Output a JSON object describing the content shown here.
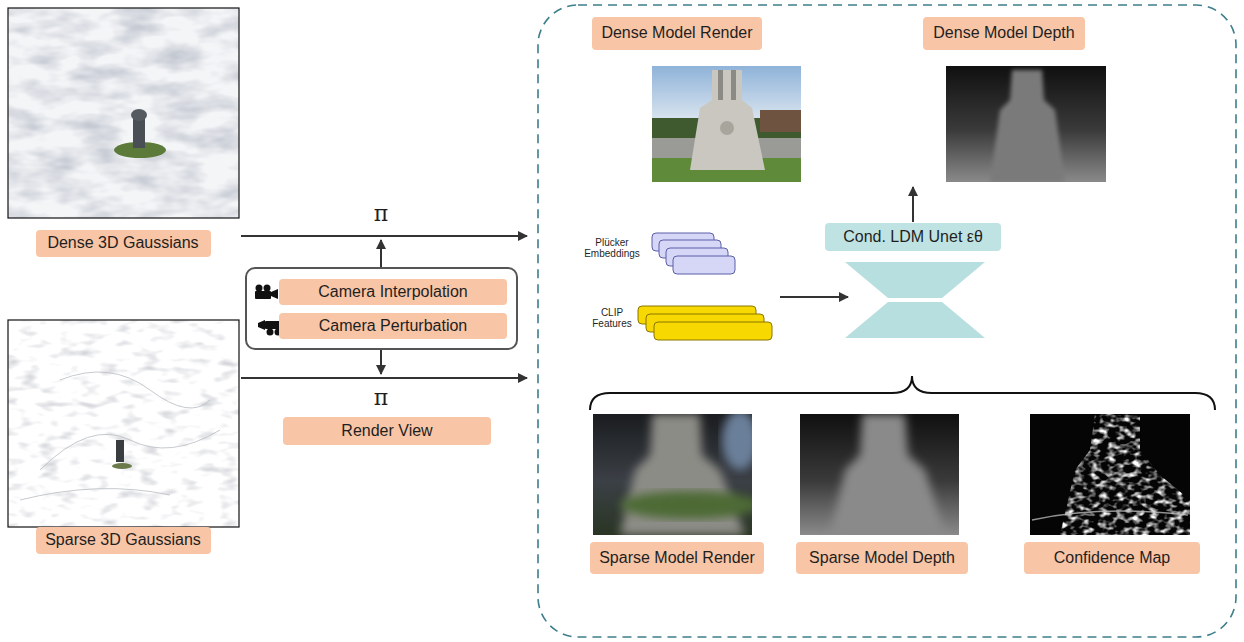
{
  "diagram": {
    "nodes": [
      {
        "text": [
          "Dense 3D Gaussians"
        ]
      },
      {
        "text": [
          "Sparse 3D Gaussians"
        ]
      },
      {
        "text": [
          "Camera Interpolation"
        ]
      },
      {
        "text": [
          "Camera Perturbation"
        ]
      },
      {
        "text": [
          "Render View"
        ]
      },
      {
        "text": [
          "Dense Model Render"
        ]
      },
      {
        "text": [
          "Dense Model Depth"
        ]
      },
      {
        "text": [
          "Cond. LDM Unet εθ"
        ]
      },
      {
        "text": [
          "Sparse Model Render"
        ]
      },
      {
        "text": [
          "Sparse Model Depth"
        ]
      },
      {
        "text": [
          "Confidence Map"
        ]
      }
    ],
    "labels": [
      "π",
      "π",
      "Plücker Embeddings",
      "CLIP Features"
    ]
  }
}
